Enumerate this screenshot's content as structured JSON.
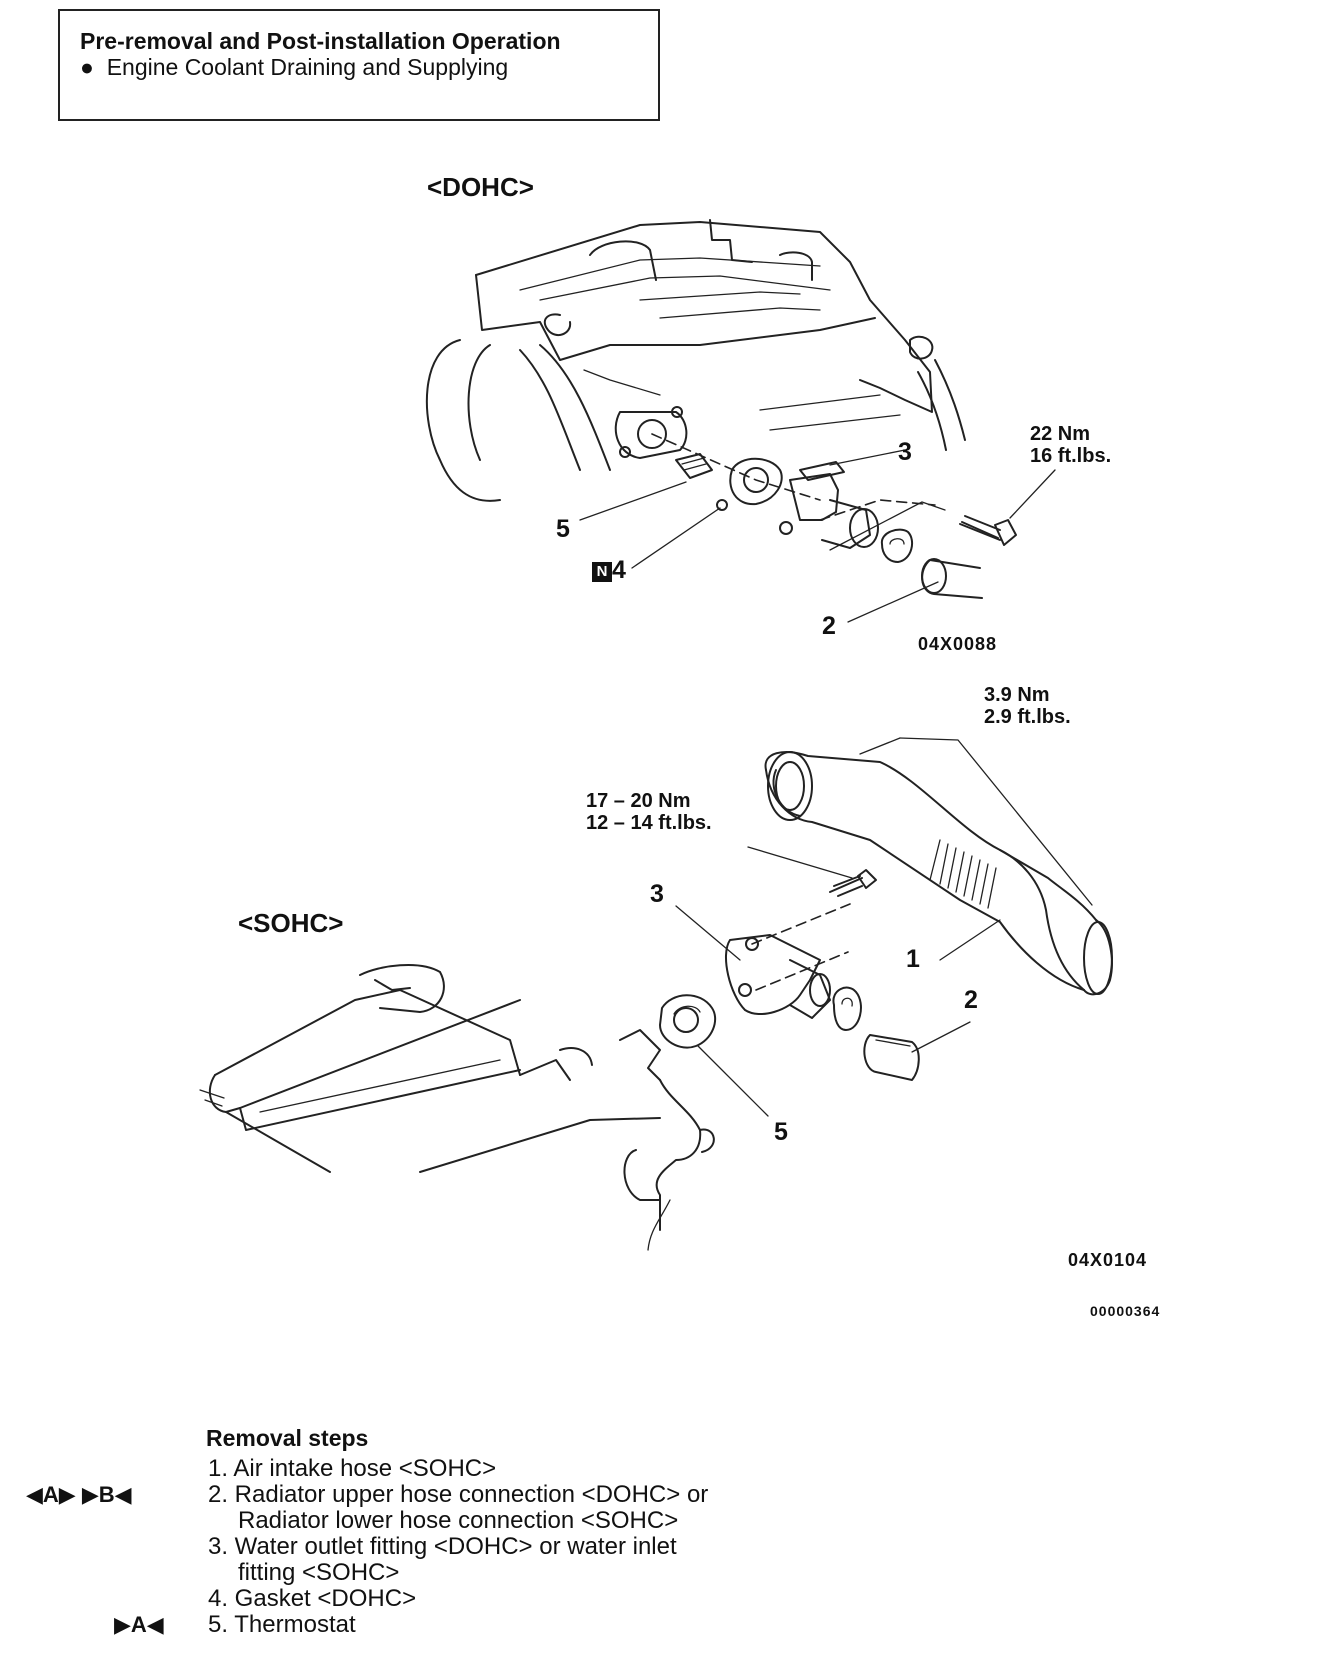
{
  "header": {
    "title": "Pre-removal and Post-installation Operation",
    "bullet": "Engine Coolant Draining and Supplying"
  },
  "dohc": {
    "label": "<DOHC>",
    "torque": {
      "line1": "22 Nm",
      "line2": "16 ft.lbs."
    },
    "callouts": {
      "c3": "3",
      "c5": "5",
      "c4": "4",
      "c2": "2"
    },
    "new_part_mark": "N",
    "figure_id": "04X0088"
  },
  "sohc": {
    "label": "<SOHC>",
    "torque_hose": {
      "line1": "3.9 Nm",
      "line2": "2.9 ft.lbs."
    },
    "torque_bolt": {
      "line1": "17 – 20 Nm",
      "line2": "12 – 14 ft.lbs."
    },
    "callouts": {
      "c3": "3",
      "c1": "1",
      "c2": "2",
      "c5": "5"
    },
    "figure_id": "04X0104"
  },
  "page_ref": "00000364",
  "removal": {
    "title": "Removal steps",
    "steps": [
      {
        "marker": "",
        "lines": [
          "1. Air intake hose <SOHC>"
        ]
      },
      {
        "marker": "◀A▶  ▶B◀",
        "lines": [
          "2. Radiator upper hose connection <DOHC> or",
          "Radiator lower hose connection <SOHC>"
        ]
      },
      {
        "marker": "",
        "lines": [
          "3. Water outlet fitting <DOHC> or water inlet",
          "fitting <SOHC>"
        ]
      },
      {
        "marker": "",
        "lines": [
          "4. Gasket <DOHC>"
        ]
      },
      {
        "marker": "▶A◀",
        "lines": [
          "5. Thermostat"
        ]
      }
    ]
  }
}
